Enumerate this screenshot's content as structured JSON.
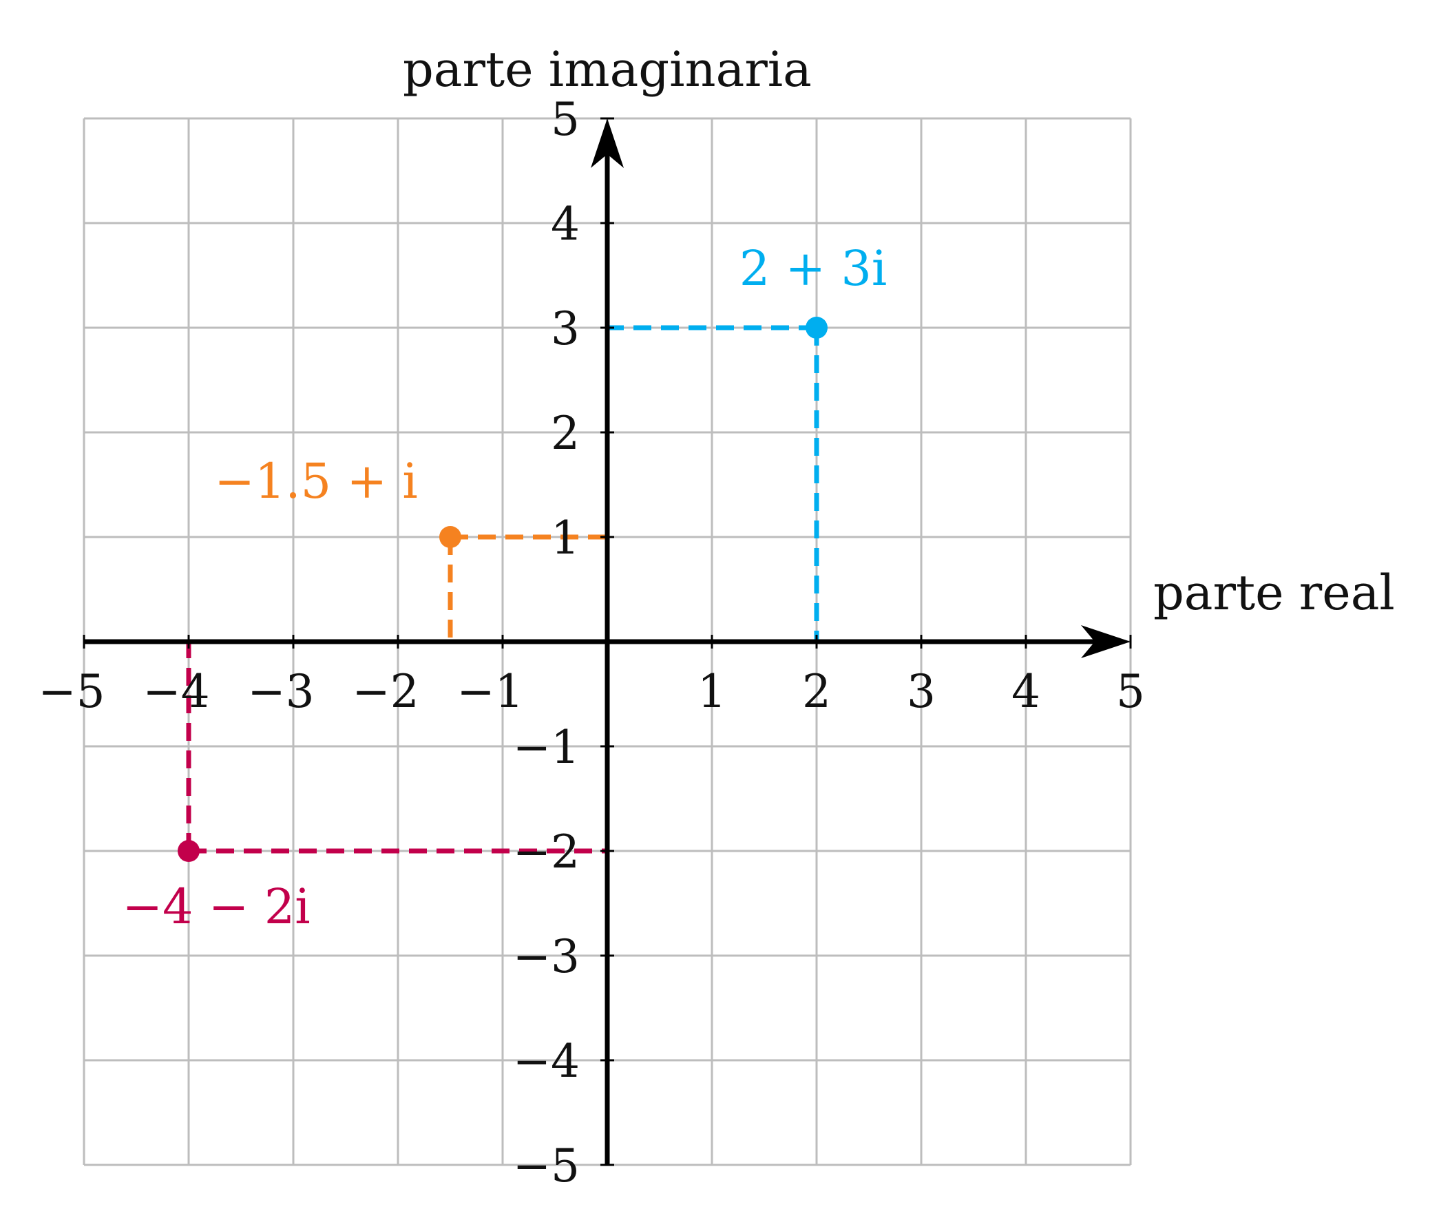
{
  "chart_data": {
    "type": "scatter",
    "title": "",
    "xlabel": "parte real",
    "ylabel": "parte imaginaria",
    "xlim": [
      -5,
      5
    ],
    "ylim": [
      -5,
      5
    ],
    "grid": true,
    "x_ticks": [
      "−5",
      "−4",
      "−3",
      "−2",
      "−1",
      "1",
      "2",
      "3",
      "4",
      "5"
    ],
    "y_ticks": [
      "−5",
      "−4",
      "−3",
      "−2",
      "−1",
      "1",
      "2",
      "3",
      "4",
      "5"
    ],
    "points": [
      {
        "label": "2 + 3i",
        "x": 2,
        "y": 3,
        "color": "#00AEEF"
      },
      {
        "label": "−1.5 + i",
        "x": -1.5,
        "y": 1,
        "color": "#F58220"
      },
      {
        "label": "−4 − 2i",
        "x": -4,
        "y": -2,
        "color": "#C2004B"
      }
    ],
    "colors": {
      "grid": "#BDBDBD",
      "axis": "#000000"
    }
  }
}
